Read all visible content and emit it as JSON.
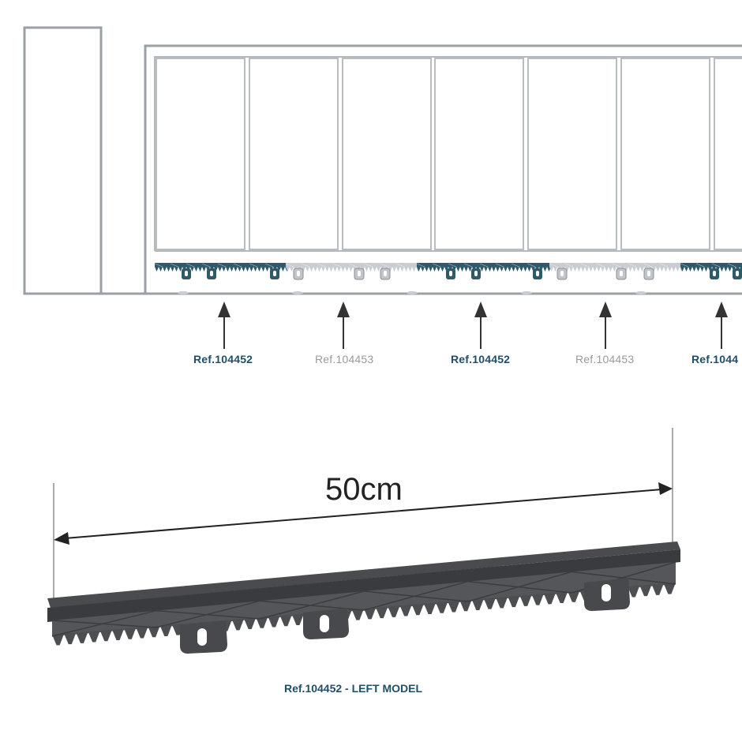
{
  "colors": {
    "primary_accent": "#1f4f66",
    "secondary_text": "#9a9a9a",
    "gate_outline": "#9aa0a6",
    "rack_dark": "#3e3f42",
    "rack_teal": "#2f5a6a"
  },
  "references": [
    {
      "label": "Ref.104452",
      "style": "primary"
    },
    {
      "label": "Ref.104453",
      "style": "secondary"
    },
    {
      "label": "Ref.104452",
      "style": "primary"
    },
    {
      "label": "Ref.104453",
      "style": "secondary"
    },
    {
      "label": "Ref.1044",
      "style": "primary"
    }
  ],
  "measurement": {
    "label": "50cm"
  },
  "caption": "Ref.104452 - LEFT MODEL",
  "icons": [
    "up-arrow-icon",
    "double-arrow-icon"
  ]
}
